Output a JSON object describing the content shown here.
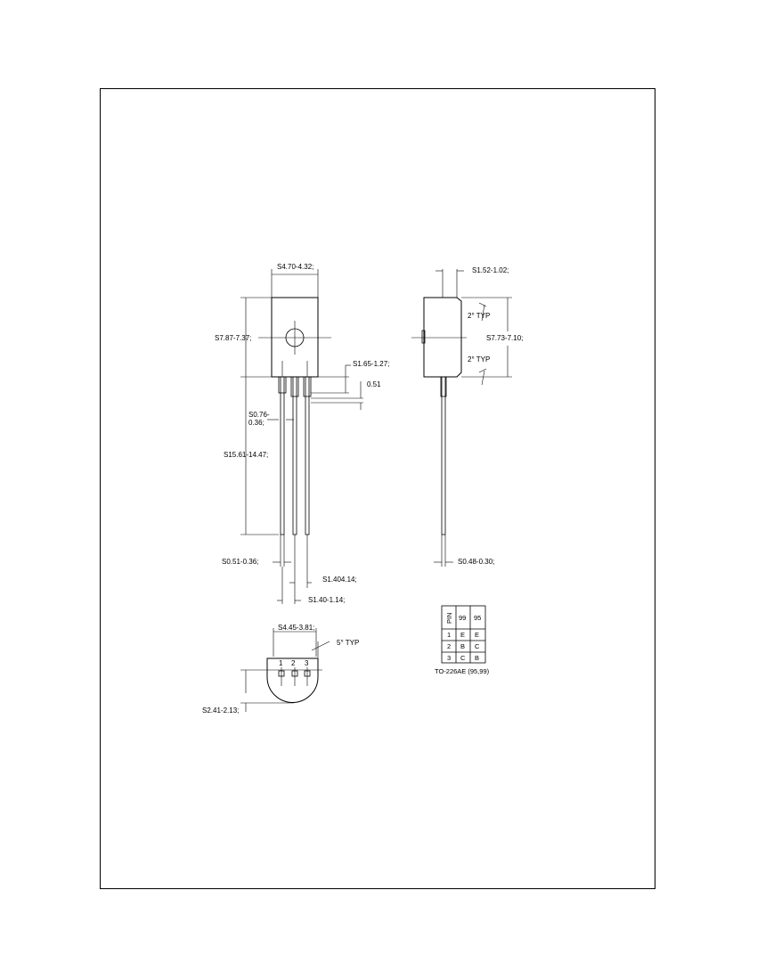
{
  "front_view": {
    "width_dim": "S4.70-4.32;",
    "height_dim": "S7.87-7.37;",
    "lead_offset_dim": "S1.65-1.27;",
    "lead_thickness_dim": "0.51",
    "lead_width_top_dim_line1": "S0.76-",
    "lead_width_top_dim_line2": "0.36;",
    "lead_length_dim": "S15.61-14.47;",
    "lead_width_bottom_dim": "S0.51-0.36;",
    "pitch_dim_a": "S1.404.14;",
    "pitch_dim_b": "S1.40-1.14;"
  },
  "side_view": {
    "thickness_dim": "S1.52-1.02;",
    "draft_top": "2° TYP",
    "height_dim": "S7.73-7.10;",
    "draft_bottom": "2° TYP",
    "lead_dim": "S0.48-0.30;"
  },
  "bottom_view": {
    "width_dim": "S4.45-3.81;",
    "angle_dim": "5° TYP",
    "pin_labels": [
      "1",
      "2",
      "3"
    ],
    "depth_dim": "S2.41-2.13;"
  },
  "pin_table": {
    "header": [
      "PIN",
      "99",
      "95"
    ],
    "rows": [
      [
        "1",
        "E",
        "E"
      ],
      [
        "2",
        "B",
        "C"
      ],
      [
        "3",
        "C",
        "B"
      ]
    ],
    "caption": "TO-226AE (95,99)"
  }
}
